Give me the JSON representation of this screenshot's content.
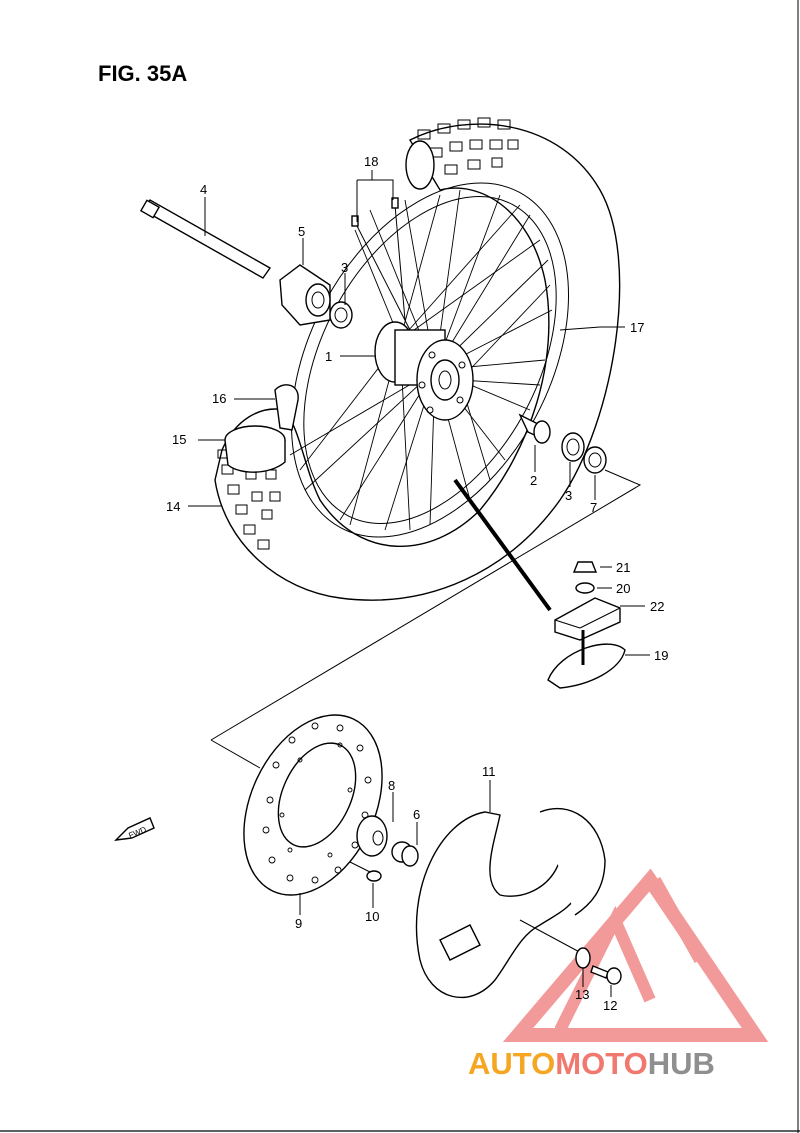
{
  "figure": {
    "title": "FIG. 35A"
  },
  "callouts": [
    {
      "id": "c1",
      "text": "1"
    },
    {
      "id": "c2",
      "text": "2"
    },
    {
      "id": "c3a",
      "text": "3"
    },
    {
      "id": "c3b",
      "text": "3"
    },
    {
      "id": "c4",
      "text": "4"
    },
    {
      "id": "c5",
      "text": "5"
    },
    {
      "id": "c6",
      "text": "6"
    },
    {
      "id": "c7",
      "text": "7"
    },
    {
      "id": "c8",
      "text": "8"
    },
    {
      "id": "c9",
      "text": "9"
    },
    {
      "id": "c10",
      "text": "10"
    },
    {
      "id": "c11",
      "text": "11"
    },
    {
      "id": "c12",
      "text": "12"
    },
    {
      "id": "c13",
      "text": "13"
    },
    {
      "id": "c14",
      "text": "14"
    },
    {
      "id": "c15",
      "text": "15"
    },
    {
      "id": "c16",
      "text": "16"
    },
    {
      "id": "c17",
      "text": "17"
    },
    {
      "id": "c18",
      "text": "18"
    },
    {
      "id": "c19",
      "text": "19"
    },
    {
      "id": "c20",
      "text": "20"
    },
    {
      "id": "c21",
      "text": "21"
    },
    {
      "id": "c22",
      "text": "22"
    }
  ],
  "direction_label": "FWD",
  "watermark": {
    "part1": "AUTO",
    "part2": "MOTO",
    "part3": "HUB",
    "colors": {
      "auto": "#f5a623",
      "moto": "#f0786e",
      "hub": "#8f8f8f",
      "logo": "#f08080"
    }
  }
}
